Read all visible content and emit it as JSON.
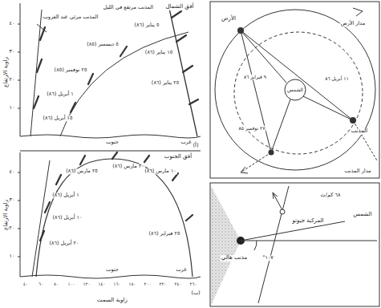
{
  "diagram": {
    "labels": [
      "أفق الشمال",
      "زاوية الارتفاع",
      "٤٠",
      "٣٠",
      "٢٠",
      "١٠",
      "المذنب مرئي عند الغروب",
      "المذنب مرتفع في الليل",
      "٥ يناير (٨٦)",
      "١٥ يناير (٨٦)",
      "٢٥ يناير (٨٦)",
      "٥ ديسمبر (٨٥)",
      "٢٥ نوفمبر (٨٥)",
      "١ أبريل (٨٦)",
      "١٥ أبريل (٨٦)",
      "جنوب",
      "غرب",
      "أفق الجنوب",
      "زاوية الارتفاع",
      "٤٠",
      "٣٠",
      "٢٠",
      "١٠",
      "١٠ مارس (٨٦)",
      "٢٠ مارس (٨٦)",
      "٢٥ مارس (٨٦)",
      "١ أبريل (٨٦)",
      "١٠ أبريل (٨٦)",
      "٢٠ أبريل (٨٦)",
      "٢٥ فبراير (٨٦)",
      "جنوب",
      "غرب",
      "(أ)",
      "(ب)",
      "زاوية السمت",
      "٤٠",
      "٦٠",
      "٨٠",
      "١٠٠",
      "١٢٠",
      "١٤٠",
      "١٦٠",
      "١٨٠",
      "٢٠٠",
      "٢٢٠",
      "٢٤٠",
      "٢٦٠",
      "الأرض",
      "الشمس",
      "المذنب",
      "٩ فبراير ٨٦",
      "١١ أبريل ٨٦",
      "٢٧ نوفمبر ٨٥",
      "مدار الأرض",
      "مدار المذنب",
      "مذنب هالي",
      "المركبة جيوتو",
      "الشمس",
      "١٠٧°",
      "٦٨ كم/ث"
    ]
  }
}
